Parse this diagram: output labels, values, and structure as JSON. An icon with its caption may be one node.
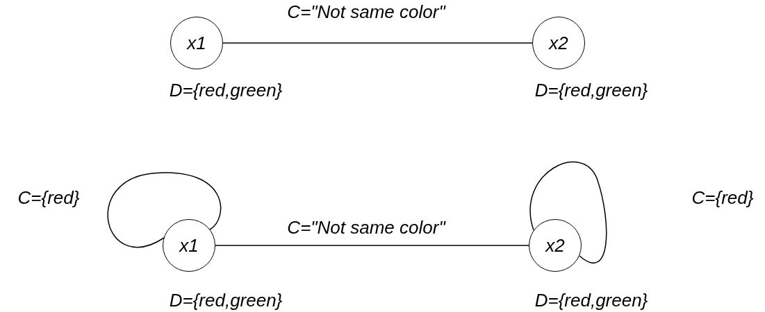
{
  "diagram": {
    "nodes": [
      {
        "text": [
          "x1"
        ],
        "beside": [
          "D={red,green}"
        ]
      },
      {
        "text": [
          "x2"
        ],
        "beside": [
          "D={red,green}"
        ]
      },
      {
        "text": [
          "x1"
        ],
        "beside": [
          "D={red,green}"
        ]
      },
      {
        "text": [
          "x2"
        ],
        "beside": [
          "D={red,green}"
        ]
      }
    ],
    "edges": [
      {
        "from": 0,
        "to": 1,
        "arrow": "none",
        "label": "C=\"Not same color\""
      },
      {
        "from": 2,
        "to": 2,
        "arrow": "none",
        "label": "C={red}"
      },
      {
        "from": 2,
        "to": 3,
        "arrow": "none",
        "label": "C=\"Not same color\""
      },
      {
        "from": 3,
        "to": 3,
        "arrow": "none",
        "label": "C={red}"
      }
    ]
  }
}
